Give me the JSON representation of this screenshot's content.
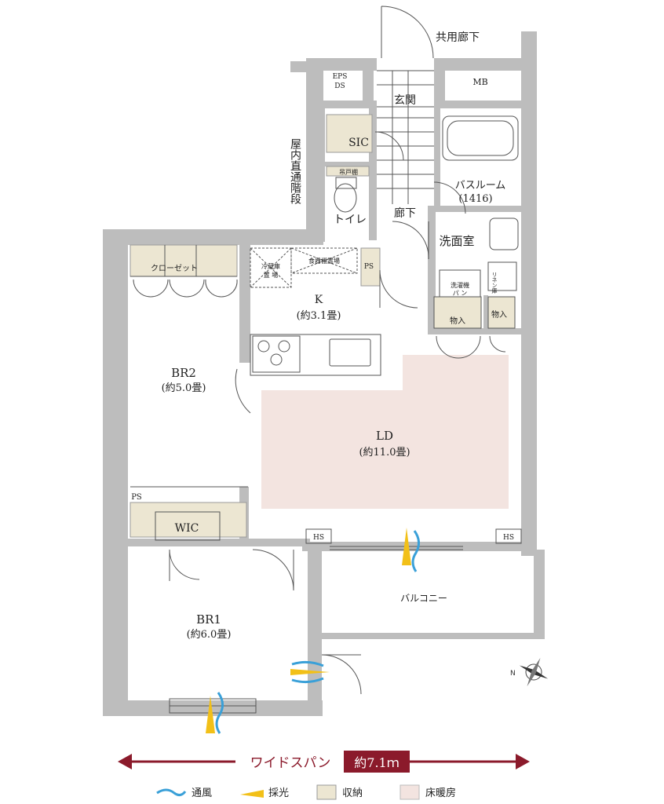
{
  "rooms": {
    "shared_corridor": "共用廊下",
    "eps_ds": "EPS\nDS",
    "mb": "MB",
    "entrance": "玄関",
    "sic": "SIC",
    "bathroom": "バスルーム",
    "bathroom_size": "(1416)",
    "stair": "屋内直通階段",
    "toilet_shelf": "吊戸棚",
    "toilet": "トイレ",
    "hallway": "廊下",
    "washroom": "洗面室",
    "closet": "クローゼット",
    "fridge": "冷蔵庫\n置 場",
    "pantry": "食器棚置場",
    "ps": "PS",
    "washer": "洗濯機\nパ ン",
    "linen": "リネン庫",
    "storage": "物入",
    "kitchen": "K",
    "kitchen_size": "(約3.1畳)",
    "br2": "BR2",
    "br2_size": "(約5.0畳)",
    "ld": "LD",
    "ld_size": "(約11.0畳)",
    "wic": "WIC",
    "hs": "HS",
    "balcony": "バルコニー",
    "br1": "BR1",
    "br1_size": "(約6.0畳)"
  },
  "compass": {
    "label": "N"
  },
  "span": {
    "label": "ワイドスパン",
    "value": "約7.1ｍ"
  },
  "legend": [
    {
      "label": "通風",
      "color": "#3aa0d8"
    },
    {
      "label": "採光",
      "color": "#f2c018"
    },
    {
      "label": "収納",
      "color": "#ece6d2"
    },
    {
      "label": "床暖房",
      "color": "#f3e4e0"
    }
  ],
  "colors": {
    "wall": "#bdbdbd",
    "storage": "#ece6d2",
    "floor_heating": "#f3e4e0",
    "span_accent": "#8b1a2b"
  }
}
